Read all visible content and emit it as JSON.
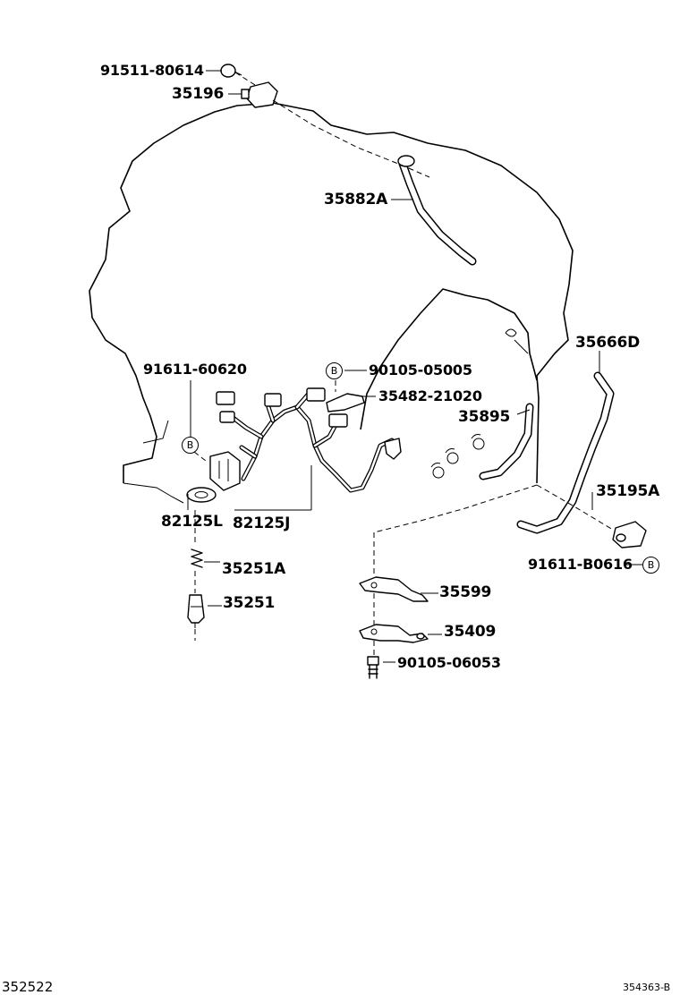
{
  "callouts": {
    "p91511_80614": "91511-80614",
    "p35196": "35196",
    "p35882A": "35882A",
    "p35666D": "35666D",
    "p91611_60620": "91611-60620",
    "p90105_05005": "90105-05005",
    "p35482_21020": "35482-21020",
    "p35895": "35895",
    "p35195A": "35195A",
    "p82125L": "82125L",
    "p82125J": "82125J",
    "p91611_B0616": "91611-B0616",
    "p35251A": "35251A",
    "p35599": "35599",
    "p35251": "35251",
    "p35409": "35409",
    "p90105_06053": "90105-06053"
  },
  "markers": {
    "b": "B"
  },
  "footer": {
    "left_code": "352522",
    "right_code": "354363-B"
  }
}
